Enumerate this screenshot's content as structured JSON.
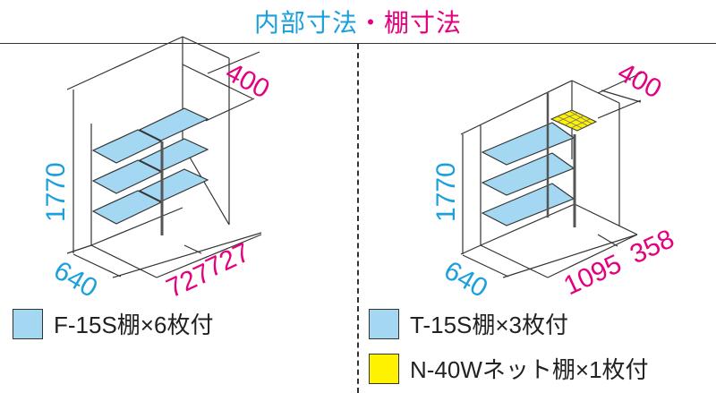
{
  "title": {
    "part1": "内部寸法",
    "sep": "・",
    "part2": "棚寸法"
  },
  "colors": {
    "cyan": "#1ba0dc",
    "magenta": "#e4007f",
    "shelf": "#a4d8f2",
    "net": "#fff200"
  },
  "left": {
    "height": "1770",
    "depth": "640",
    "width1": "727",
    "width2": "727",
    "shelf_depth": "400",
    "legend": [
      {
        "label": "F-15S棚×6枚付",
        "color": "#a4d8f2"
      }
    ]
  },
  "right": {
    "height": "1770",
    "depth": "640",
    "width1": "1095",
    "width2": "358",
    "shelf_depth": "400",
    "legend": [
      {
        "label": "T-15S棚×3枚付",
        "color": "#a4d8f2"
      },
      {
        "label": "N-40Wネット棚×1枚付",
        "color": "#fff200"
      }
    ]
  }
}
